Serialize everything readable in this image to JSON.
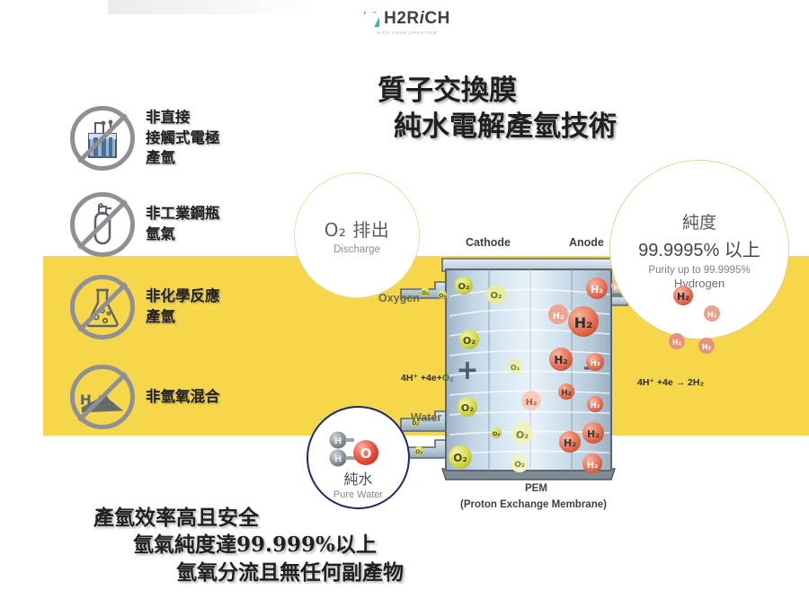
{
  "brand": {
    "logo_mark": "h2rich-logo-mark",
    "name": "H2R",
    "name_i": "i",
    "name_tail": "CH",
    "tagline": "RICH YOUR LIFESTYLE"
  },
  "title": {
    "line1": "質子交換膜",
    "line2": "純水電解產氫技術"
  },
  "features": [
    {
      "icon": "electrode-beaker-icon",
      "label": "非直接\n接觸式電極\n產氫"
    },
    {
      "icon": "gas-cylinder-icon",
      "label": "非工業鋼瓶\n氫氣"
    },
    {
      "icon": "chemical-flask-icon",
      "label": "非化學反應\n產氫"
    },
    {
      "icon": "h2-o2-mixing-icon",
      "label": "非氫氧混合"
    }
  ],
  "callouts": {
    "oxygen_discharge": {
      "main": "O₂ 排出",
      "sub": "Discharge"
    },
    "purity": {
      "line1": "純度",
      "line2": "99.9995% 以上",
      "line3": "Purity up to 99.9995%",
      "line4": "Hydrogen"
    },
    "pure_water": {
      "icon": "water-molecule-icon",
      "line1": "純水",
      "line2": "Pure Water"
    }
  },
  "diagram": {
    "cathode": "Cathode",
    "anode": "Anode",
    "oxygen": "Oxygen",
    "water": "Water",
    "equation_left_prefix": "4H",
    "equation_left": "4H⁺ +4e+",
    "equation_left_green": "O₂",
    "equation_right": "4H⁺ +4e → 2H₂",
    "pem_abbr": "PEM",
    "pem_full": "(Proton Exchange Membrane)",
    "polarity_cathode": "+",
    "polarity_anode": "−",
    "o2_bubble_label": "O₂",
    "h2_bubble_label": "H₂"
  },
  "slogan": {
    "line1": "產氫效率高且安全",
    "line2": "氫氣純度達99.999%以上",
    "line3": "氫氧分流且無任何副產物"
  },
  "colors": {
    "band_yellow": "#f6d64a",
    "brand_teal": "#3cb8b4",
    "o2_bubble": "#d4d94a",
    "h2_bubble": "#e8705a",
    "cell_blue": "#bcd2e4",
    "ban_gray": "#8e9095",
    "navy": "#1d2b66"
  }
}
